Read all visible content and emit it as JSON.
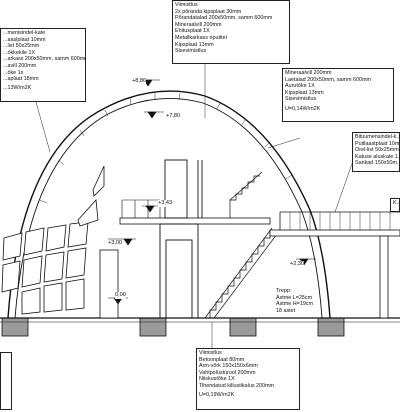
{
  "notes": {
    "left_wall": {
      "lines": [
        "...menisindel-kate",
        "...aaslplaat 10mm",
        "...list 50x25mm",
        "...ökkekile 1X",
        "...arkass 200x50mm, samm 600mm",
        "...avill 200mm",
        "...öke 1x",
        "...aplaat 18mm"
      ],
      "u_value": "...13W/m2K"
    },
    "top_ceiling": {
      "lines": [
        "Viimistlus",
        "2x põranda kipsplaat 30mm",
        "Põrandatalad 200x50mm, samm 600mm",
        "Mineraalvill 200mm",
        "Ehitusplaat 1X",
        "Metallkarkass riputitel",
        "Kipsplaat 13mm",
        "Sisevimistlus"
      ]
    },
    "roof_right": {
      "lines": [
        "Mineraalvill 200mm",
        "Laetalad 200x50mm, samm 600mm",
        "Aurutõke 1X",
        "Kipsplaat 13mm",
        "Sisevimistlus"
      ],
      "u_value": "U=0,14W/m2K"
    },
    "terrace": {
      "lines": [
        "Bituumensindel-k...",
        "Puitlaastplaat 10m...",
        "Orel-list 50x25mm",
        "Katuse aluskate 1...",
        "Sarikad 150x50m..."
      ]
    },
    "far_right": {
      "lines": [
        "K..."
      ]
    },
    "floor": {
      "lines": [
        "Viimistlus",
        "Betoonplaat 80mm",
        "Arm-võrk 150x150x6mm",
        "Vahtpolüstürool 200mm",
        "Niiskustõke 1X",
        "Tihendatud killustikalus 200mm"
      ],
      "u_value": "U=0,19W/m2K"
    },
    "bottom_left": {
      "lines": [
        "",
        "",
        ""
      ]
    }
  },
  "stair": {
    "lines": [
      "Trepp:",
      "Astme L=25cm",
      "Astme H=19cm",
      "18 astet"
    ]
  },
  "levels": {
    "l886": "+8,86",
    "l780": "+7,80",
    "l343": "+3,43",
    "l300": "+3,00",
    "l230": "+2,30",
    "l000": "0,00"
  }
}
